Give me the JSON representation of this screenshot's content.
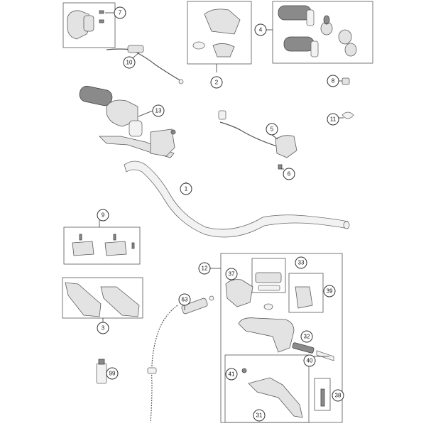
{
  "diagram": {
    "callouts": [
      {
        "id": "7",
        "label": "7"
      },
      {
        "id": "10",
        "label": "10"
      },
      {
        "id": "2",
        "label": "2"
      },
      {
        "id": "4",
        "label": "4"
      },
      {
        "id": "8",
        "label": "8"
      },
      {
        "id": "11",
        "label": "11"
      },
      {
        "id": "13",
        "label": "13"
      },
      {
        "id": "5",
        "label": "5"
      },
      {
        "id": "6",
        "label": "6"
      },
      {
        "id": "1",
        "label": "1"
      },
      {
        "id": "9",
        "label": "9"
      },
      {
        "id": "3",
        "label": "3"
      },
      {
        "id": "12",
        "label": "12"
      },
      {
        "id": "33",
        "label": "33"
      },
      {
        "id": "37",
        "label": "37"
      },
      {
        "id": "39",
        "label": "39"
      },
      {
        "id": "63",
        "label": "63"
      },
      {
        "id": "32",
        "label": "32"
      },
      {
        "id": "40",
        "label": "40"
      },
      {
        "id": "41",
        "label": "41"
      },
      {
        "id": "38",
        "label": "38"
      },
      {
        "id": "31",
        "label": "31"
      },
      {
        "id": "99",
        "label": "99"
      }
    ]
  }
}
